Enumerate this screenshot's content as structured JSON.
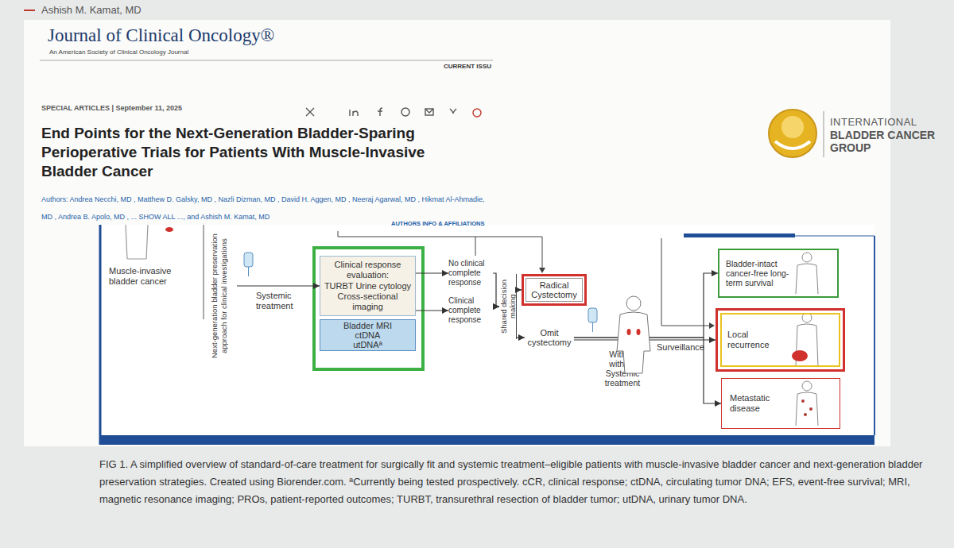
{
  "diagram": {
    "title": "End Points for the Next-Generation Bladder-Sparing Perioperative Trials for Patients With Muscle-Invasive Bladder Cancer",
    "caption": "FIG 1. A simplified overview of standard-of-care treatment for surgically fit and systemic treatment–eligible patients with muscle-invasive bladder cancer and next-generation bladder preservation strategies. Created using Biorender.com. ªCurrently being tested prospectively. cCR, clinical response; ctDNA, circulating tumor DNA; EFS, event-free survival; MRI, magnetic resonance imaging; PROs, patient-reported outcomes; TURBT, transurethral resection of bladder tumor; utDNA, urinary tumor DNA.",
    "nodes": [
      {
        "text": [
          "Next-generation bladder preservation approach for clinical investigations"
        ]
      },
      {
        "text": [
          "Clinical response evaluation:",
          "TURBT Urine cytology Cross-sectional imaging"
        ]
      },
      {
        "text": [
          "Bladder MRI ctDNA utDNAª"
        ]
      },
      {
        "text": [
          "No clinical complete response"
        ]
      },
      {
        "text": [
          "Clinical complete response"
        ]
      },
      {
        "text": [
          "Shared decision making"
        ]
      },
      {
        "text": [
          "Radical Cystectomy"
        ]
      },
      {
        "text": [
          "Omit cystectomy"
        ]
      },
      {
        "text": [
          "Bladder-intact cancer-free long-term survival"
        ]
      },
      {
        "text": [
          "Local recurrence"
        ]
      },
      {
        "text": [
          "Metastatic disease"
        ]
      }
    ],
    "edges": [
      {
        "from": 0,
        "to": 1,
        "label": "Systemic treatment",
        "arrow": "to"
      },
      {
        "from": 1,
        "to": 3,
        "arrow": "to"
      },
      {
        "from": 1,
        "to": 4,
        "arrow": "to"
      },
      {
        "from": 3,
        "to": 5,
        "arrow": "to"
      },
      {
        "from": 4,
        "to": 5,
        "arrow": "to"
      },
      {
        "from": 5,
        "to": 6,
        "arrow": "to"
      },
      {
        "from": 5,
        "to": 7,
        "arrow": "to"
      },
      {
        "from": 7,
        "to": 8,
        "arrow": "to"
      },
      {
        "from": 7,
        "to": 9,
        "arrow": "to"
      },
      {
        "from": 7,
        "to": 10,
        "arrow": "to"
      }
    ],
    "labels": [
      "Ashish M. Kamat, MD",
      "Journal of Clinical Oncology®",
      "An American Society of Clinical Oncology Journal",
      "CURRENT ISSU",
      "SPECIAL ARTICLES | September 11, 2025",
      "Authors: Andrea Necchi, MD , Matthew D. Galsky, MD , Nazli Dizman, MD , David H. Aggen, MD , Neeraj Agarwal, MD , Hikmat Al-Ahmadie, MD , Andrea B. Apolo, MD , ... SHOW ALL ..., and Ashish M. Kamat, MD",
      "AUTHORS INFO & AFFILIATIONS",
      "INTERNATIONAL",
      "BLADDER CANCER GROUP",
      "Muscle-invasive bladder cancer",
      "With or without Systemic treatment",
      "Surveillance"
    ]
  }
}
